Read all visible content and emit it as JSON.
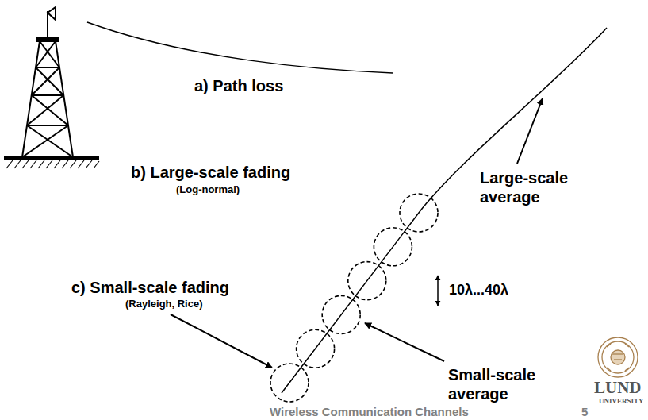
{
  "diagram": {
    "labels": [
      "a) Path loss",
      "b) Large-scale fading",
      "(Log-normal)",
      "Large-scale average",
      "10λ...40λ",
      "c) Small-scale fading",
      "(Rayleigh, Rice)",
      "Small-scale average",
      "Wireless Communication Channels",
      "5",
      "LUND",
      "UNIVERSITY"
    ]
  }
}
